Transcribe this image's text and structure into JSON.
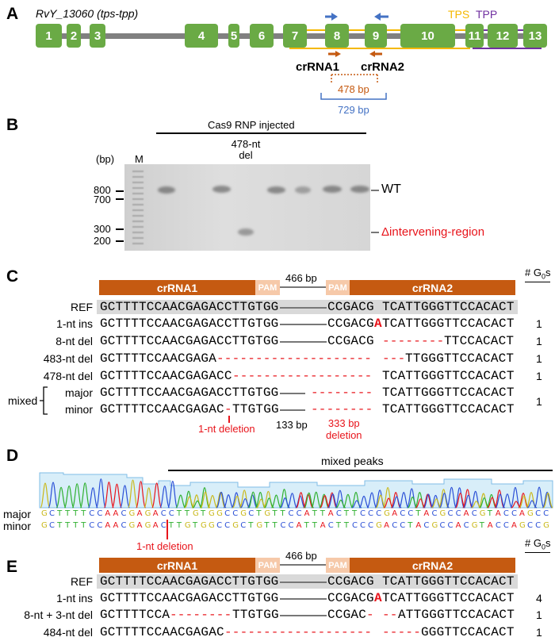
{
  "panels": {
    "a": "A",
    "b": "B",
    "c": "C",
    "d": "D",
    "e": "E"
  },
  "gene": {
    "title_name": "RvY_13060",
    "title_paren": "(tps-tpp)",
    "exons": [
      "1",
      "2",
      "3",
      "4",
      "5",
      "6",
      "7",
      "8",
      "9",
      "10",
      "11",
      "12",
      "13"
    ],
    "tps_label": "TPS",
    "tpp_label": "TPP",
    "crrna1": "crRNA1",
    "crrna2": "crRNA2",
    "inner_size": "478 bp",
    "outer_size": "729 bp"
  },
  "gel": {
    "header": "Cas9 RNP injected",
    "lane_note_1": "478-nt",
    "lane_note_2": "del",
    "unit": "(bp)",
    "marker": "M",
    "ladder": [
      "800",
      "700",
      "300",
      "200"
    ],
    "wt_label": "WT",
    "del_label": "Δintervening-region"
  },
  "count_header": {
    "prefix": "# G",
    "sub": "0",
    "suffix": "s"
  },
  "target": {
    "crrna1": "crRNA1",
    "pam": "PAM",
    "gap": "466 bp",
    "crrna2": "crRNA2"
  },
  "alignment_c": {
    "ref": {
      "label": "REF",
      "left": "GCTTTTCCAACGAGACCTTGTGG",
      "mid": "CCGACG",
      "right": "TCATTGGGTTCCACACT"
    },
    "ins1": {
      "label": "1-nt ins",
      "left": "GCTTTTCCAACGAGACCTTGTGG",
      "mid": "CCGACG",
      "ins": "A",
      "right": "TCATTGGGTTCCACACT",
      "count": "1"
    },
    "del8": {
      "label": "8-nt del",
      "left": "GCTTTTCCAACGAGACCTTGTGG",
      "mid": "CCGACG",
      "dash": "--------",
      "right": "TTCCACACT",
      "count": "1"
    },
    "del483": {
      "label": "483-nt del",
      "left": "GCTTTTCCAACGAGA",
      "dash1": "--------------------",
      "dash2": "---",
      "right": "TTGGGTTCCACACT",
      "count": "1"
    },
    "del478": {
      "label": "478-nt del",
      "left": "GCTTTTCCAACGAGACC",
      "dash1": "------------------",
      "right": "TCATTGGGTTCCACACT",
      "count": "1"
    },
    "mixed": {
      "label": "mixed",
      "count": "1",
      "major": {
        "label": "major",
        "left": "GCTTTTCCAACGAGACCTTGTGG",
        "dash": "--------",
        "right": "TCATTGGGTTCCACACT"
      },
      "minor": {
        "label": "minor",
        "left": "GCTTTTCCAACGAGAC",
        "dash0": "-",
        "left2": "TTGTGG",
        "dash": "--------",
        "right": "TCATTGGGTTCCACACT"
      }
    },
    "notes": {
      "one_nt": "1-nt deletion",
      "bp133": "133 bp",
      "bp333": "333 bp",
      "deletion": "deletion"
    }
  },
  "chromatogram": {
    "title": "mixed peaks",
    "major_label": "major",
    "minor_label": "minor",
    "major_seq": "GCTTTTCCAACGAGACCTTGTGGCCGCTGTTCCATTACTTCCCGACCTACGCCACGTACCAGCC",
    "minor_seq": "GCTTTTCCAACGAGACTTGTGGCCGCTGTTCCATTACTTCCCGACCTACGCCACGTACCAGCCG",
    "note": "1-nt deletion",
    "base_colors": {
      "A": "#e8141b",
      "C": "#2a4fd6",
      "G": "#c9b81a",
      "T": "#2fb02f"
    }
  },
  "alignment_e": {
    "ref": {
      "label": "REF",
      "left": "GCTTTTCCAACGAGACCTTGTGG",
      "mid": "CCGACG",
      "right": "TCATTGGGTTCCACACT"
    },
    "ins1": {
      "label": "1-nt ins",
      "left": "GCTTTTCCAACGAGACCTTGTGG",
      "mid": "CCGACG",
      "ins": "A",
      "right": "TCATTGGGTTCCACACT",
      "count": "4"
    },
    "del83": {
      "label": "8-nt + 3-nt del",
      "left": "GCTTTTCCA",
      "dash1": "--------",
      "left2": "TTGTGG",
      "mid": "CCGAC",
      "dash2": "-",
      "dash3": "--",
      "right": "ATTGGGTTCCACACT",
      "count": "1"
    },
    "del484": {
      "label": "484-nt del",
      "left": "GCTTTTCCAACGAGAC",
      "dash1": "-------------------",
      "dash2": "-----",
      "right": "GGGTTCCACACT",
      "count": "1"
    }
  },
  "colors": {
    "exon": "#6aaa45",
    "tps": "#f5b800",
    "tpp": "#7030a0",
    "crrna": "#c55a11",
    "pam": "#f6c9a9",
    "primer": "#4472c4",
    "deletion": "#e8141b"
  }
}
